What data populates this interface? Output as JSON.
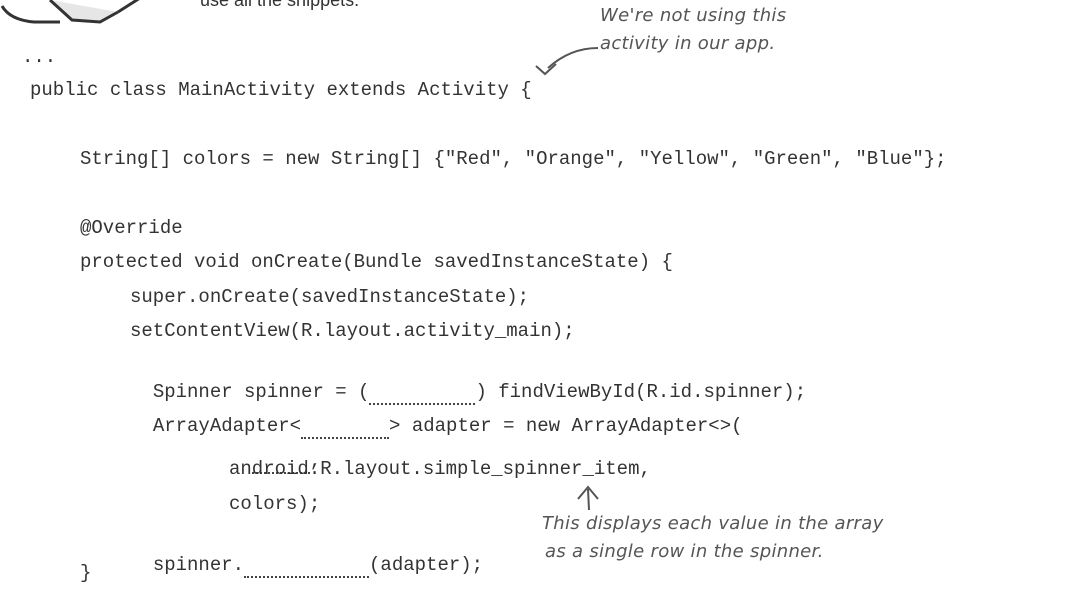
{
  "top_text": "use all the snippets.",
  "annotations": {
    "activity_note_line1": "We're not using this",
    "activity_note_line2": "activity in our app.",
    "spinner_note_line1": "This displays each value in the array",
    "spinner_note_line2": "as a single row in the spinner."
  },
  "code": {
    "ellipsis": "...",
    "class_decl": "public class MainActivity extends Activity {",
    "colors_decl": "String[] colors = new String[] {\"Red\", \"Orange\", \"Yellow\", \"Green\", \"Blue\"};",
    "override": "@Override",
    "oncreate_decl": "protected void onCreate(Bundle savedInstanceState) {",
    "super_call": "super.onCreate(savedInstanceState);",
    "set_content": "setContentView(R.layout.activity_main);",
    "spinner_prefix": "Spinner spinner = (",
    "spinner_suffix": ") findViewById(R.id.spinner);",
    "adapter_prefix": "ArrayAdapter<",
    "adapter_suffix": "> adapter = new ArrayAdapter<>(",
    "arg1_suffix": ",",
    "arg2": "android.R.layout.simple_spinner_item,",
    "arg3": "colors);",
    "set_prefix": "spinner.",
    "set_suffix": "(adapter);",
    "close_method": "}"
  }
}
